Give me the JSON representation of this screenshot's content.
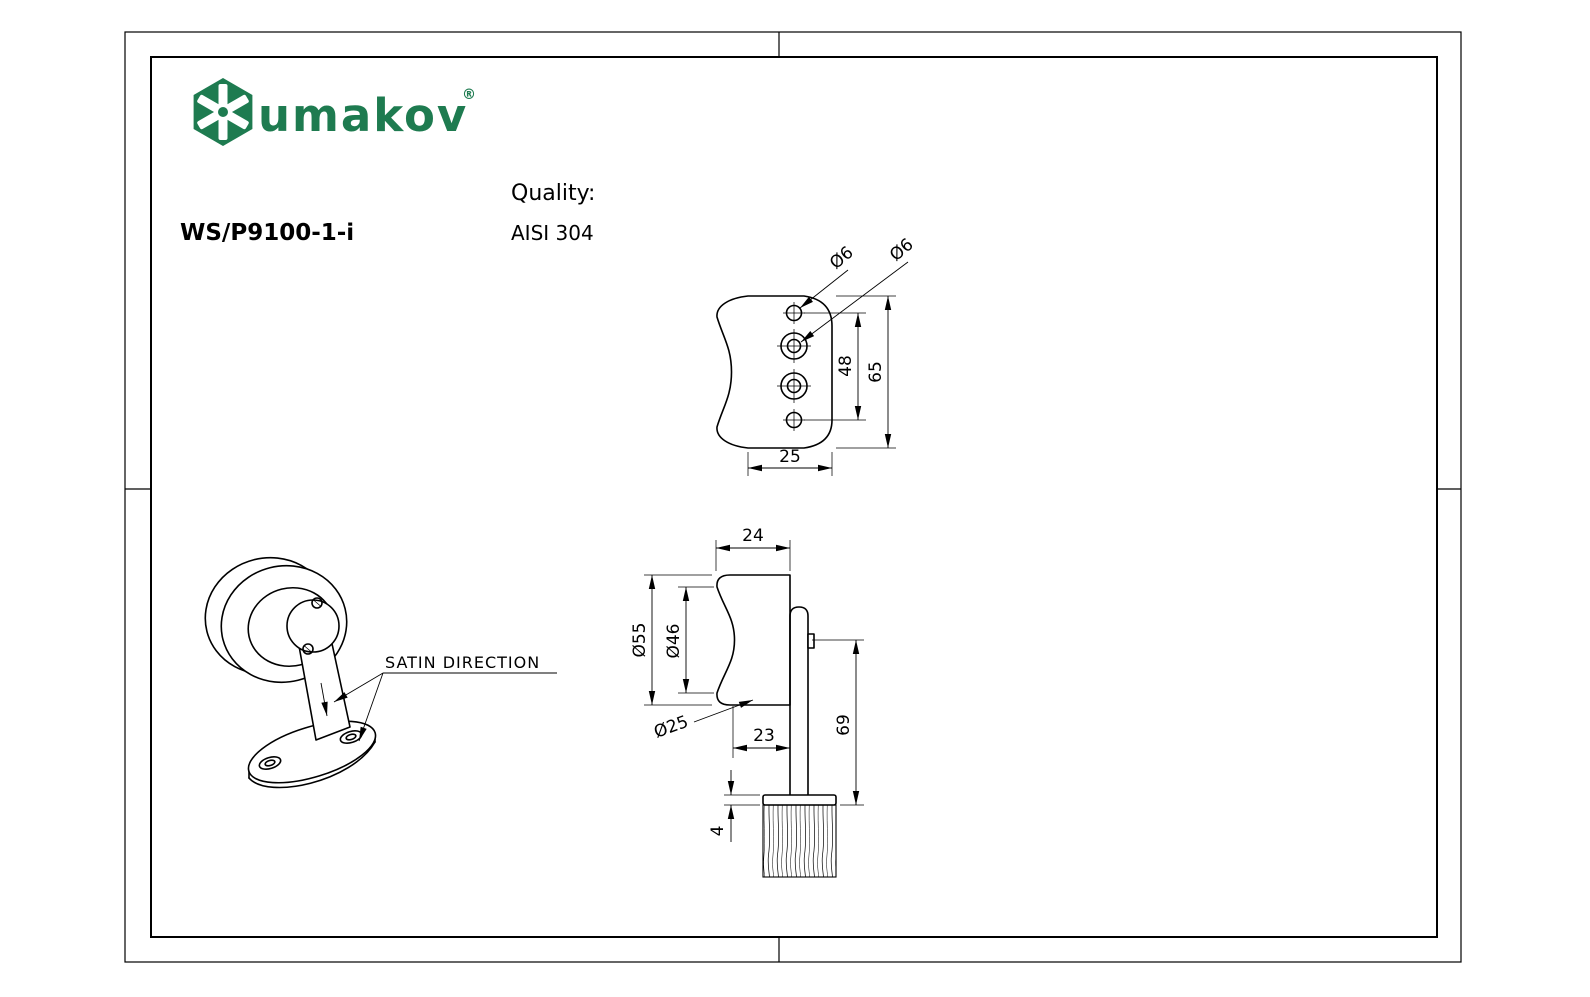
{
  "header": {
    "brand": "umakov",
    "registered_mark": "®",
    "part_number": "WS/P9100-1-i",
    "quality_label": "Quality:",
    "quality_value": "AISI 304"
  },
  "colors": {
    "brand_green": "#1e7b50",
    "line_black": "#000000",
    "background": "#ffffff"
  },
  "iso_view": {
    "satin_direction_label": "SATIN DIRECTION"
  },
  "front_view": {
    "dim_hole_small": "Ø6",
    "dim_hole_large": "Ø6",
    "dim_hole_span": "48",
    "dim_height": "65",
    "dim_width": "25"
  },
  "side_view": {
    "dim_width": "24",
    "dim_flange": "Ø55",
    "dim_groove": "Ø46",
    "dim_roller": "Ø25",
    "dim_offset": "23",
    "dim_height": "69",
    "dim_thickness": "4"
  }
}
